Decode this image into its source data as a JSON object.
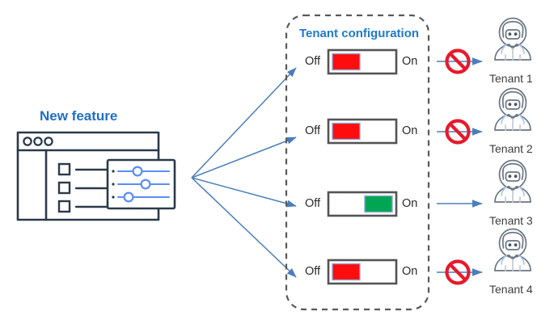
{
  "diagram": {
    "left_panel": {
      "title": "New feature",
      "title_color": "#1f6fc4",
      "browser_icon": "browser-window-icon",
      "sliders_panel_icon": "sliders-panel-icon",
      "dot_count": 3,
      "checkbox_rows": 3,
      "slider_rows": 3
    },
    "config_panel": {
      "title": "Tenant configuration",
      "title_color": "#1f7ac9",
      "border_style": "dashed",
      "border_color": "#595959",
      "rows": [
        {
          "off_label": "Off",
          "on_label": "On",
          "state": "off",
          "knob_color": "#fd0d0d",
          "blocked": true,
          "block_icon": "prohibition-icon"
        },
        {
          "off_label": "Off",
          "on_label": "On",
          "state": "off",
          "knob_color": "#fd0d0d",
          "blocked": true,
          "block_icon": "prohibition-icon"
        },
        {
          "off_label": "Off",
          "on_label": "On",
          "state": "on",
          "knob_color": "#00a651",
          "blocked": false,
          "block_icon": ""
        },
        {
          "off_label": "Off",
          "on_label": "On",
          "state": "off",
          "knob_color": "#fd0d0d",
          "blocked": true,
          "block_icon": "prohibition-icon"
        }
      ]
    },
    "tenants": [
      {
        "label": "Tenant 1",
        "icon": "person-icon"
      },
      {
        "label": "Tenant 2",
        "icon": "person-icon"
      },
      {
        "label": "Tenant 3",
        "icon": "person-icon"
      },
      {
        "label": "Tenant 4",
        "icon": "person-icon"
      }
    ],
    "colors": {
      "arrow": "#4a7ebb",
      "red": "#fd0d0d",
      "green": "#00a651",
      "outline_dark": "#2b3a4a",
      "blue_accent": "#5b8ef4",
      "block_red": "#e8192c"
    },
    "arrow_count_fanout": 4,
    "arrow_count_right": 4
  }
}
